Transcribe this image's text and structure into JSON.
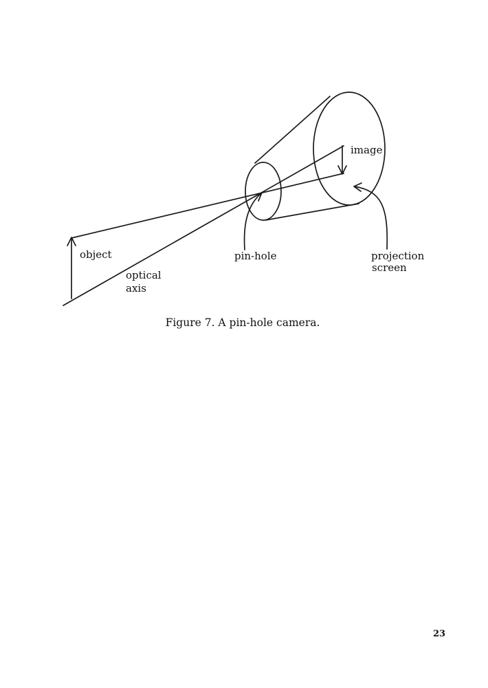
{
  "figure": {
    "labels": {
      "object": "object",
      "optical_axis_line1": "optical",
      "optical_axis_line2": "axis",
      "pin_hole": "pin-hole",
      "image": "image",
      "projection_line1": "projection",
      "projection_line2": "screen"
    },
    "caption": "Figure 7. A pin-hole camera."
  },
  "page": {
    "number": "23"
  }
}
